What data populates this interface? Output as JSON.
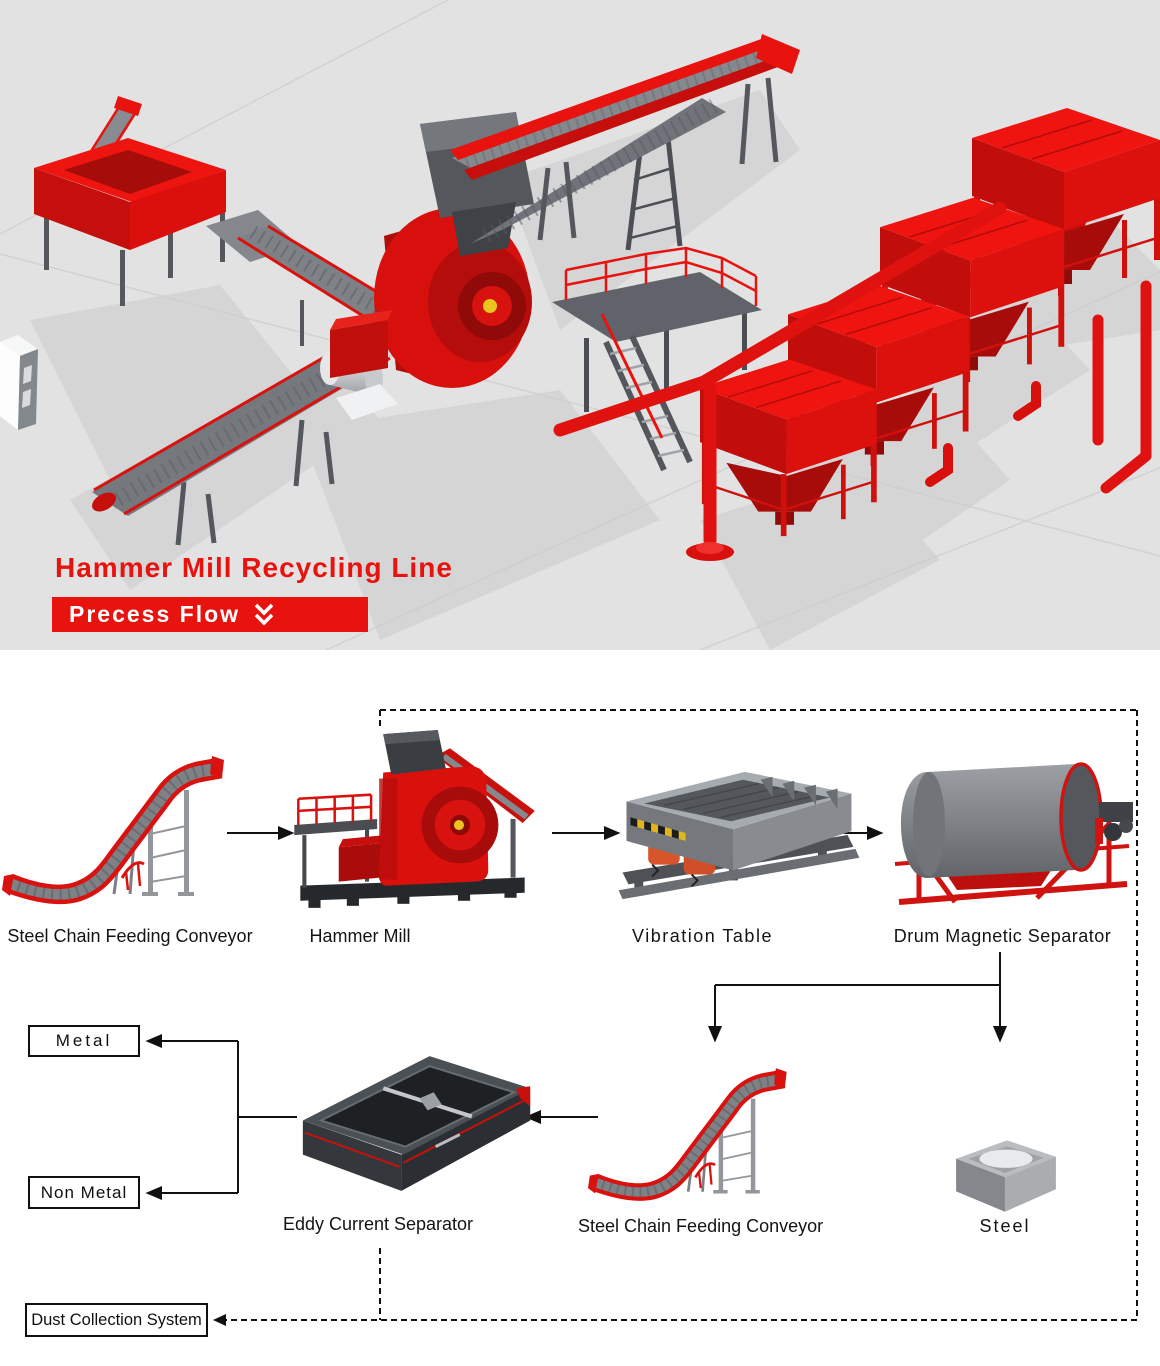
{
  "hero": {
    "title": "Hammer Mill Recycling Line",
    "banner_label": "Precess Flow",
    "banner_icon": "double-chevron-down",
    "accent_color": "#e8120e",
    "background_color": "#e2e2e2"
  },
  "flow": {
    "row1": {
      "conveyor1": "Steel Chain Feeding Conveyor",
      "hammer_mill": "Hammer Mill",
      "vibration_table": "Vibration Table",
      "drum_separator": "Drum Magnetic Separator"
    },
    "row2": {
      "metal": "Metal",
      "non_metal": "Non Metal",
      "eddy_separator": "Eddy Current Separator",
      "conveyor2": "Steel Chain Feeding Conveyor",
      "steel": "Steel"
    },
    "dust_collection": "Dust Collection System"
  }
}
